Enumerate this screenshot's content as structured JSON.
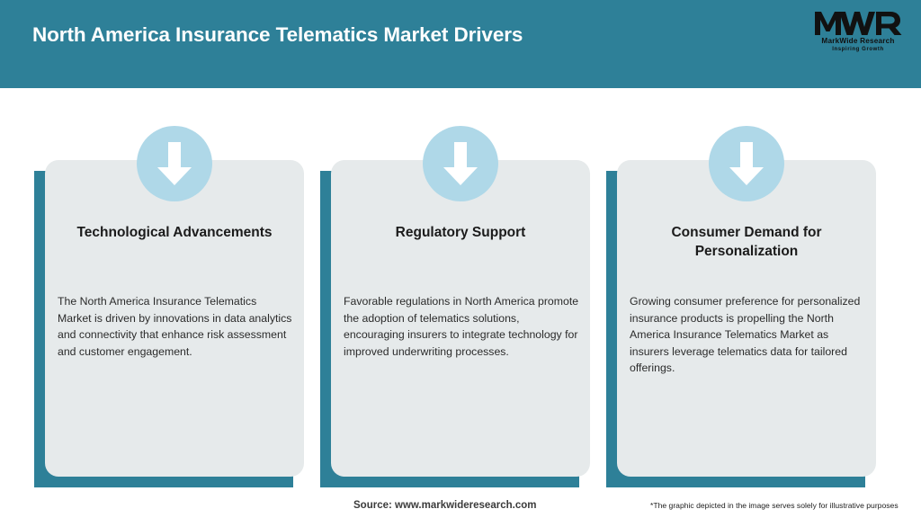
{
  "header": {
    "title": "North America Insurance Telematics Market Drivers",
    "bg_color": "#2E8098",
    "logo": {
      "mark": "MWR",
      "name": "MarkWide Research",
      "tagline": "Inspiring Growth"
    }
  },
  "cards": [
    {
      "icon": "down-arrow-icon",
      "title": "Technological Advancements",
      "text": "The North America Insurance Telematics Market is driven by innovations in data analytics and connectivity that enhance risk assessment and customer engagement."
    },
    {
      "icon": "down-arrow-icon",
      "title": "Regulatory Support",
      "text": "Favorable regulations in North America promote the adoption of telematics solutions, encouraging insurers to integrate technology for improved underwriting processes."
    },
    {
      "icon": "down-arrow-icon",
      "title": "Consumer Demand for Personalization",
      "text": "Growing consumer preference for personalized insurance products is propelling the North America Insurance Telematics Market as insurers leverage telematics data for tailored offerings."
    }
  ],
  "footer": {
    "source": "Source: www.markwideresearch.com",
    "note": "*The graphic depicted in the image serves solely for illustrative purposes"
  },
  "colors": {
    "teal": "#2E8098",
    "card_bg": "#E6EAEB",
    "icon_circle": "#AFD8E8",
    "arrow": "#FFFFFF"
  }
}
